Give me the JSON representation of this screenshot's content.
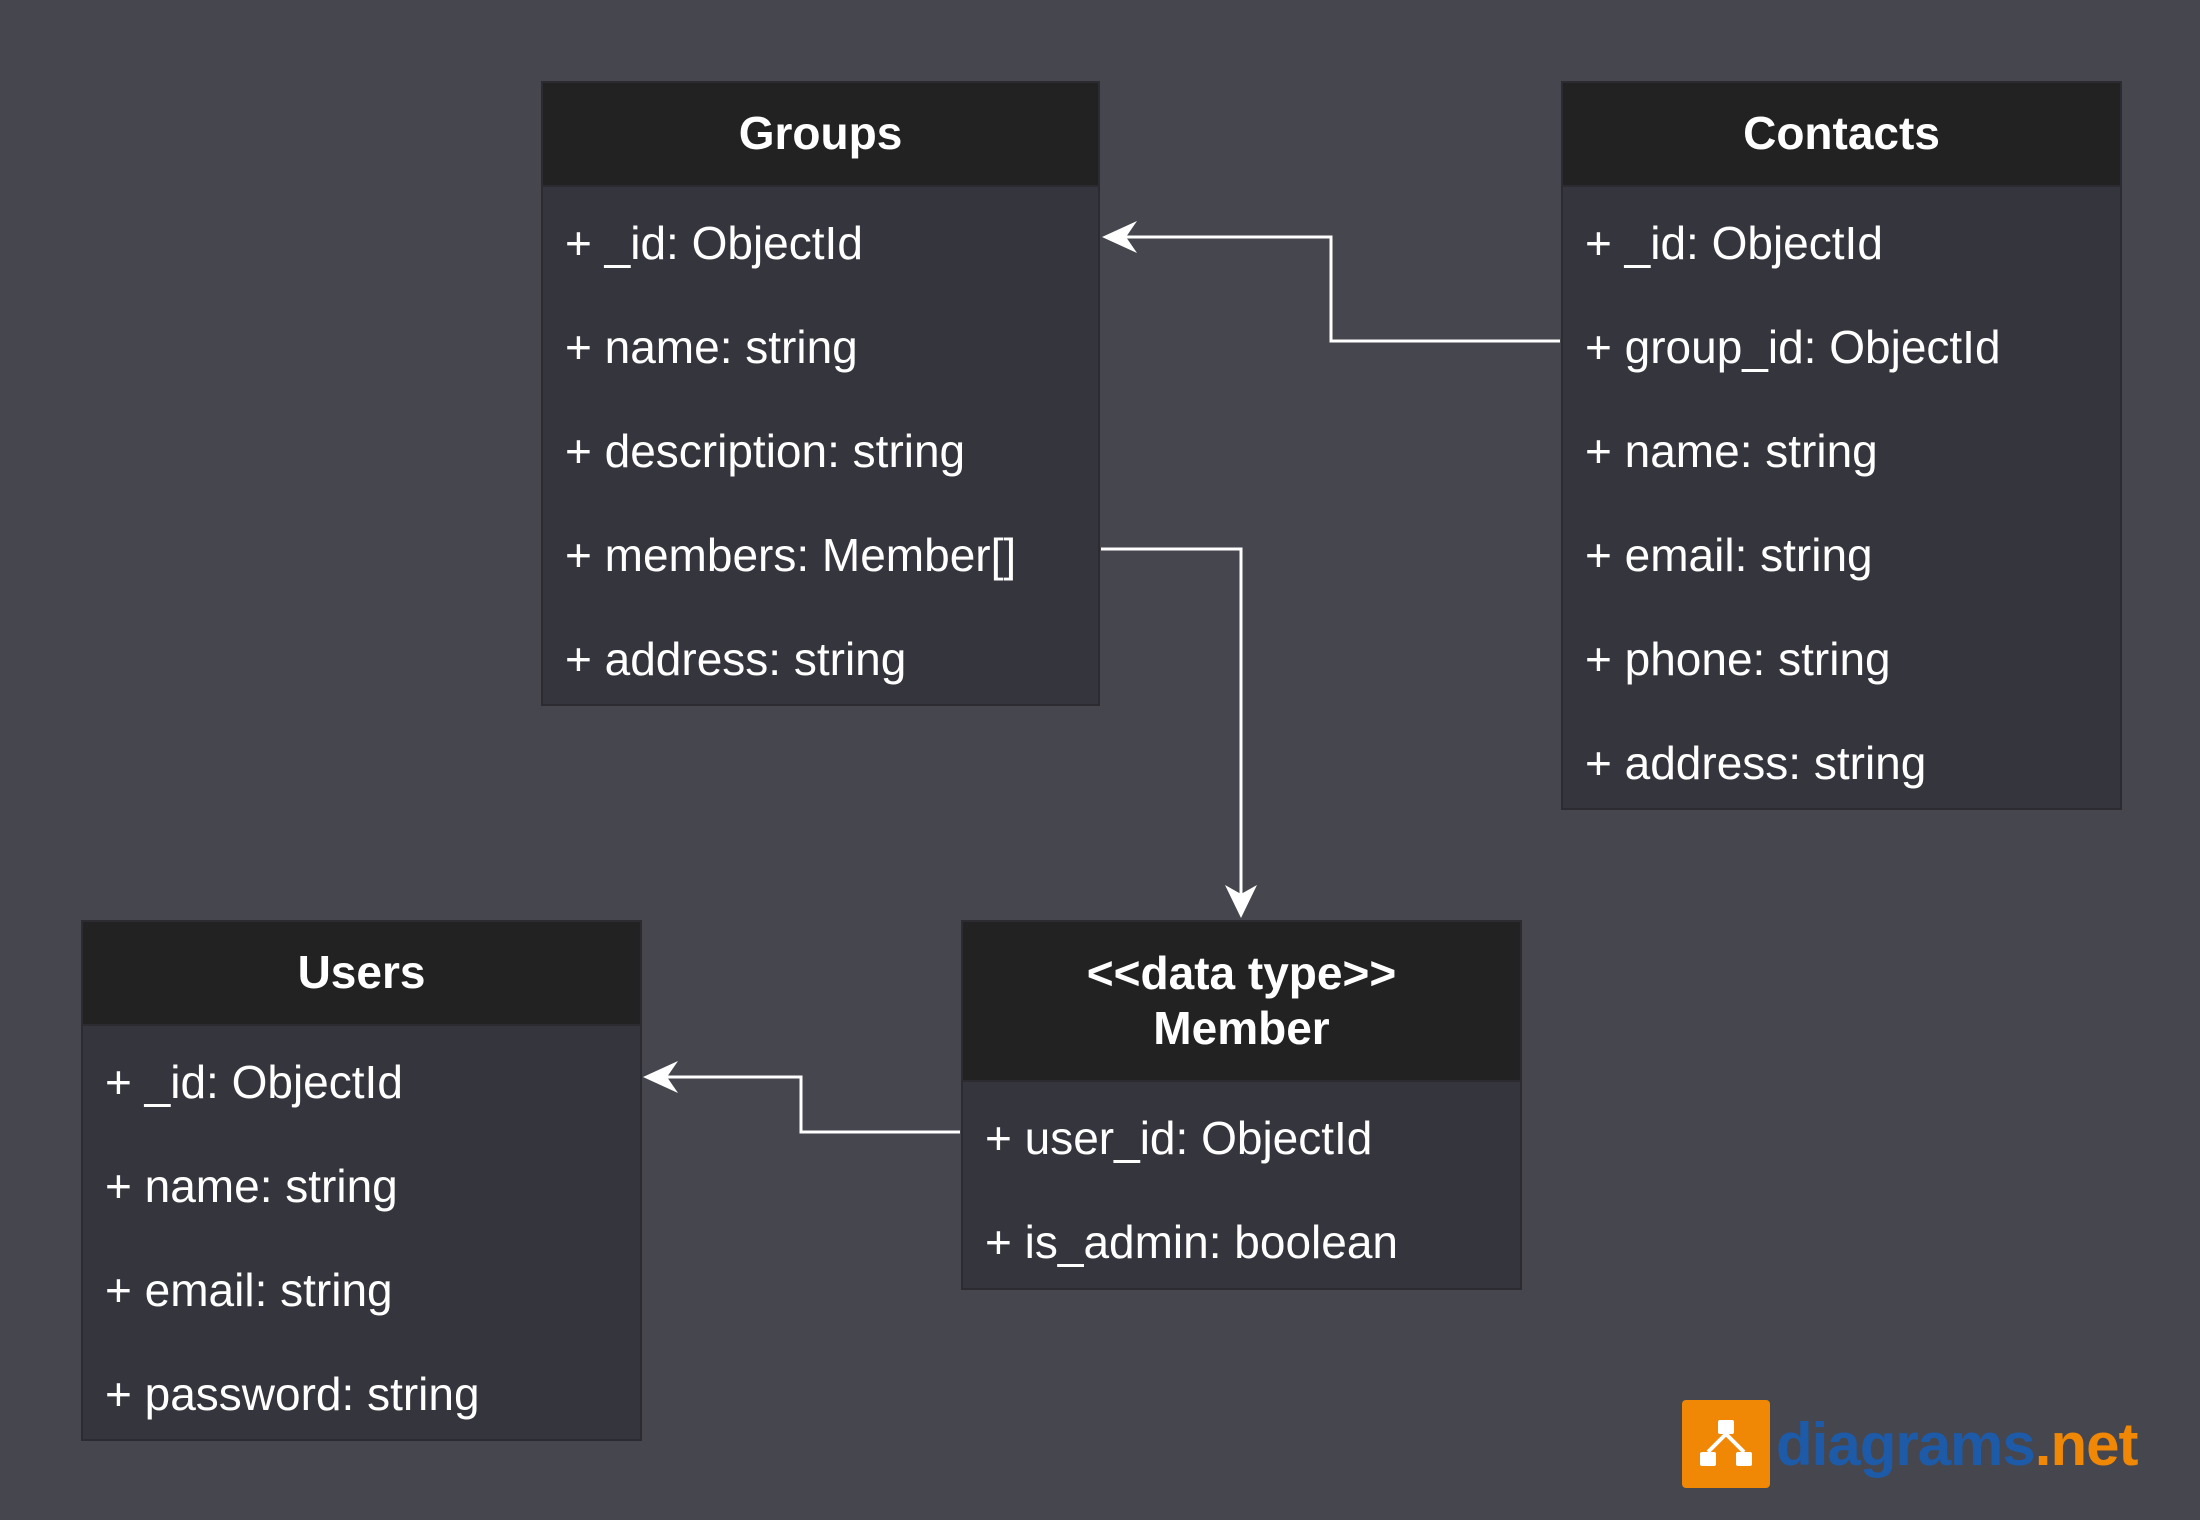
{
  "diagram": {
    "classes": {
      "groups": {
        "title": "Groups",
        "fields": [
          "+ _id: ObjectId",
          "+ name: string",
          "+ description: string",
          "+ members: Member[]",
          "+ address: string"
        ]
      },
      "contacts": {
        "title": "Contacts",
        "fields": [
          "+ _id: ObjectId",
          "+ group_id: ObjectId",
          "+ name: string",
          "+ email: string",
          "+ phone: string",
          "+ address: string"
        ]
      },
      "users": {
        "title": "Users",
        "fields": [
          "+ _id: ObjectId",
          "+ name: string",
          "+ email: string",
          "+ password: string"
        ]
      },
      "member": {
        "stereotype": "<<data type>>",
        "title": "Member",
        "fields": [
          "+ user_id: ObjectId",
          "+ is_admin: boolean"
        ]
      }
    },
    "relations": [
      {
        "from": "Contacts.group_id",
        "to": "Groups._id"
      },
      {
        "from": "Groups.members",
        "to": "Member"
      },
      {
        "from": "Member.user_id",
        "to": "Users._id"
      }
    ]
  },
  "brand": {
    "name": "diagrams",
    "tld": ".net",
    "logo_icon": "diagrams-net-logo-icon"
  },
  "colors": {
    "background": "#46464f",
    "header": "#222222",
    "body": "#35353d",
    "text": "#ffffff",
    "connector": "#ffffff",
    "brand_orange": "#f08705",
    "brand_blue": "#1d5aa8"
  }
}
